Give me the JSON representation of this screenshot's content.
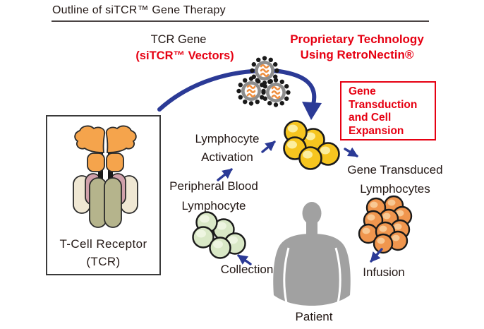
{
  "title": "Outline of siTCR™ Gene Therapy",
  "top_labels": {
    "tcr_gene": "TCR Gene",
    "sitcr_vectors": "(siTCR™ Vectors)",
    "proprietary_line1": "Proprietary Technology",
    "proprietary_line2": "Using RetroNectin®"
  },
  "gene_transduction_box": {
    "line1": "Gene",
    "line2": "Transduction",
    "line3": "and Cell",
    "line4": "Expansion"
  },
  "flow_labels": {
    "lymphocyte_activation_line1": "Lymphocyte",
    "lymphocyte_activation_line2": "Activation",
    "peripheral_line1": "Peripheral Blood",
    "peripheral_line2": "Lymphocyte",
    "gene_transduced_line1": "Gene Transduced",
    "gene_transduced_line2": "Lymphocytes",
    "collection": "Collection",
    "infusion": "Infusion",
    "patient": "Patient"
  },
  "tcr_box": {
    "line1": "T-Cell Receptor",
    "line2": "(TCR)"
  },
  "icons": {
    "viral_vectors": "sitcr-vector-particles-icon",
    "yellow_cells": "activated-lymphocytes-icon",
    "green_cells": "peripheral-blood-lymphocytes-icon",
    "orange_cells": "gene-transduced-lymphocytes-icon",
    "silhouette": "patient-silhouette-icon",
    "receptor": "t-cell-receptor-icon",
    "arrows": "flow-arrow-icon"
  },
  "colors": {
    "accent_red": "#e60012",
    "arrow_blue": "#2b3a96",
    "text_dark": "#231815",
    "rule_gray": "#4b4444",
    "box_border": "#3a3a3a",
    "patient_gray": "#a1a1a1",
    "cell_yellow": "#f6c51f",
    "cell_yellow_hi": "#fcee9e",
    "cell_green": "#d9e8c6",
    "cell_green_hi": "#eef5e1",
    "cell_orange": "#f0964e",
    "cell_orange_hi": "#f8c893",
    "vector_gray": "#8d8d8d",
    "vector_rna": "#ef8f3f",
    "receptor_orange": "#f5a44c",
    "receptor_pink": "#d0a0aa",
    "receptor_olive": "#b5b48c",
    "receptor_cream": "#efe7d3",
    "outline_black": "#1a1a1a"
  }
}
